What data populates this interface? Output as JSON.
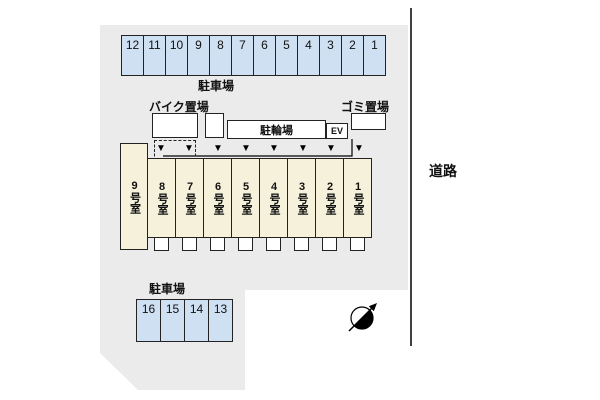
{
  "colors": {
    "plot_fill": "#ebebeb",
    "parking_fill": "#cfe0f2",
    "room_fill": "#f6f1da",
    "line": "#222222"
  },
  "plan": {
    "road_label": "道路",
    "parking_top": {
      "label": "駐車場",
      "spaces": [
        "12",
        "11",
        "10",
        "9",
        "8",
        "7",
        "6",
        "5",
        "4",
        "3",
        "2",
        "1"
      ]
    },
    "parking_bottom": {
      "label": "駐車場",
      "spaces": [
        "16",
        "15",
        "14",
        "13"
      ]
    },
    "bike_parking_label": "バイク置場",
    "bicycle_parking_label": "駐輪場",
    "elevator_label": "EV",
    "garbage_label": "ゴミ置場",
    "rooms": [
      "9号室",
      "8号室",
      "7号室",
      "6号室",
      "5号室",
      "4号室",
      "3号室",
      "2号室",
      "1号室"
    ],
    "entrance_marker": "▼"
  }
}
